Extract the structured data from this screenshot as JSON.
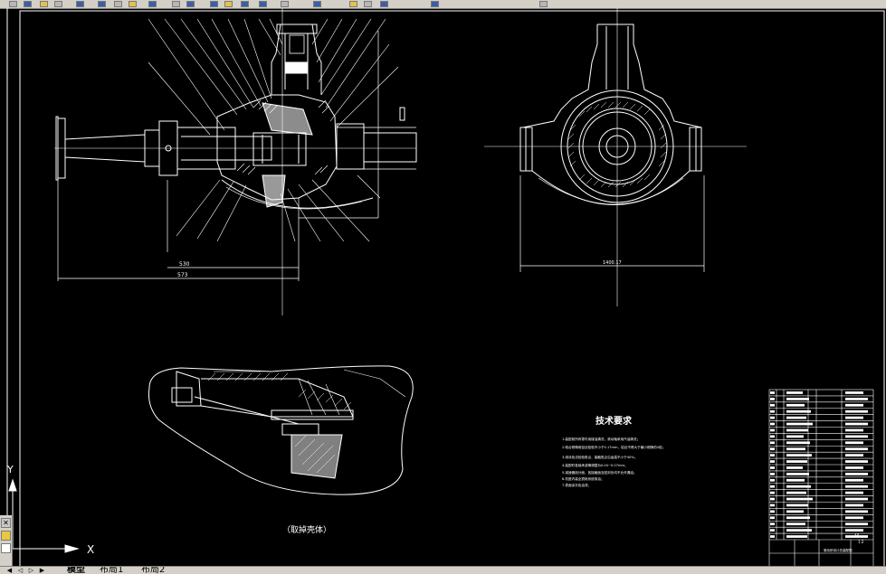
{
  "app": {
    "toolbar_icons": [
      "new-file-icon",
      "open-icon",
      "save-icon",
      "print-icon",
      "preview-icon",
      "cut-icon",
      "copy-icon",
      "paste-icon",
      "match-prop-icon",
      "undo-icon",
      "redo-icon",
      "pan-icon",
      "zoom-realtime-icon",
      "zoom-window-icon",
      "zoom-previous-icon",
      "properties-icon",
      "design-center-icon",
      "tool-palette-icon",
      "sheet-set-icon",
      "markup-icon",
      "calc-icon",
      "help-icon"
    ]
  },
  "drawing": {
    "dim_530": "530",
    "dim_573": "573",
    "dim_width": "1400.17",
    "detail_caption": "（取掉壳体）",
    "tech_title": "技术要求",
    "tech_lines": [
      "1.装配前所有零件用煤油清洗，滚动轴承用汽油清洗；",
      "2.啮合侧隙用铅丝检验不小于0.17mm，铅丝不得大于最小侧隙的4倍；",
      "3.用涂色法检验斑点，接触斑点沿齿高不小于40%；",
      "4.装配时各轴承游隙调整为0.04~0.07mm；",
      "5.减速器剖分面、各接触面及密封处均不允许漏油；",
      "6.机座内装全损耗系统用油；",
      "7.表面涂灰色油漆。"
    ],
    "title_block_label": "驱动桥设计总装配图",
    "title_scale": "1:2",
    "title_sheet": "A0"
  },
  "ucs": {
    "y_label": "Y",
    "x_label": "X"
  },
  "tabs": {
    "model": "模型",
    "layout1": "布局1",
    "layout2": "布局2"
  }
}
